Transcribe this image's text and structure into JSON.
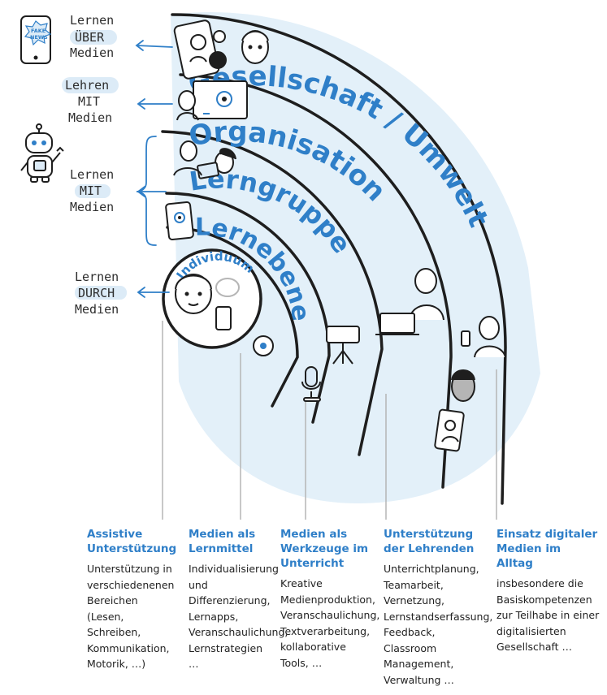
{
  "levels": [
    {
      "name": "Individuum"
    },
    {
      "name": "Lernebene"
    },
    {
      "name": "Lerngruppe"
    },
    {
      "name": "Organisation"
    },
    {
      "name": "Gesellschaft / Umwelt"
    }
  ],
  "side_labels": {
    "ueber": {
      "line1": "Lernen",
      "line2": "ÜBER",
      "line3": "Medien"
    },
    "lehren_mit": {
      "line1": "Lehren",
      "line2": "MIT",
      "line3": "Medien"
    },
    "lernen_mit": {
      "line1": "Lernen",
      "line2": "MIT",
      "line3": "Medien"
    },
    "durch": {
      "line1": "Lernen",
      "line2": "DURCH",
      "line3": "Medien"
    }
  },
  "fake_news_badge": {
    "line1": "FAKE",
    "line2": "NEWS"
  },
  "columns": [
    {
      "title": "Assistive Unterstützung",
      "body": "Unterstützung in verschiedenenen Bereichen (Lesen, Schreiben, Kommunikation, Motorik, …)"
    },
    {
      "title": "Medien als Lernmittel",
      "body": "Individualisierung und Differenzierung, Lernapps, Veranschaulichung, Lernstrategien …"
    },
    {
      "title": "Medien als Werkzeuge im Unterricht",
      "body": "Kreative Medienproduktion, Veranschaulichung, Textverarbeitung, kollaborative Tools, …"
    },
    {
      "title": "Unterstützung der Lehrenden",
      "body": "Unterrichtplanung, Teamarbeit, Vernetzung, Lernstandserfassung, Feedback, Classroom Management, Verwaltung …"
    },
    {
      "title": "Einsatz digitaler Medien im Alltag",
      "body": "insbesondere die Basiskompetenzen zur Teilhabe in einer digitalisierten Gesellschaft …"
    }
  ],
  "colors": {
    "accent": "#2f7fc8",
    "fill": "#e3f0f9",
    "ink": "#1e1e1e"
  }
}
